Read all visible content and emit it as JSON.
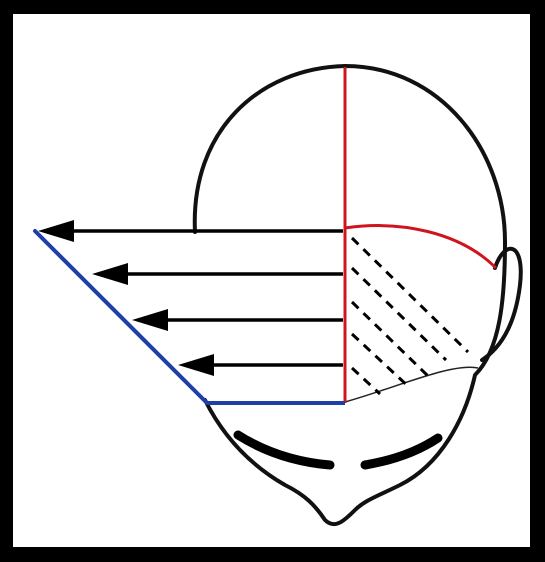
{
  "diagram": {
    "subject": "head-sectioning-diagram",
    "colors": {
      "background": "#000000",
      "panel": "#ffffff",
      "outline": "#111111",
      "red_section": "#d0141e",
      "blue_guide": "#1f3fa8",
      "arrows": "#000000"
    },
    "arrow_count": 4,
    "hatch_count": 5
  }
}
